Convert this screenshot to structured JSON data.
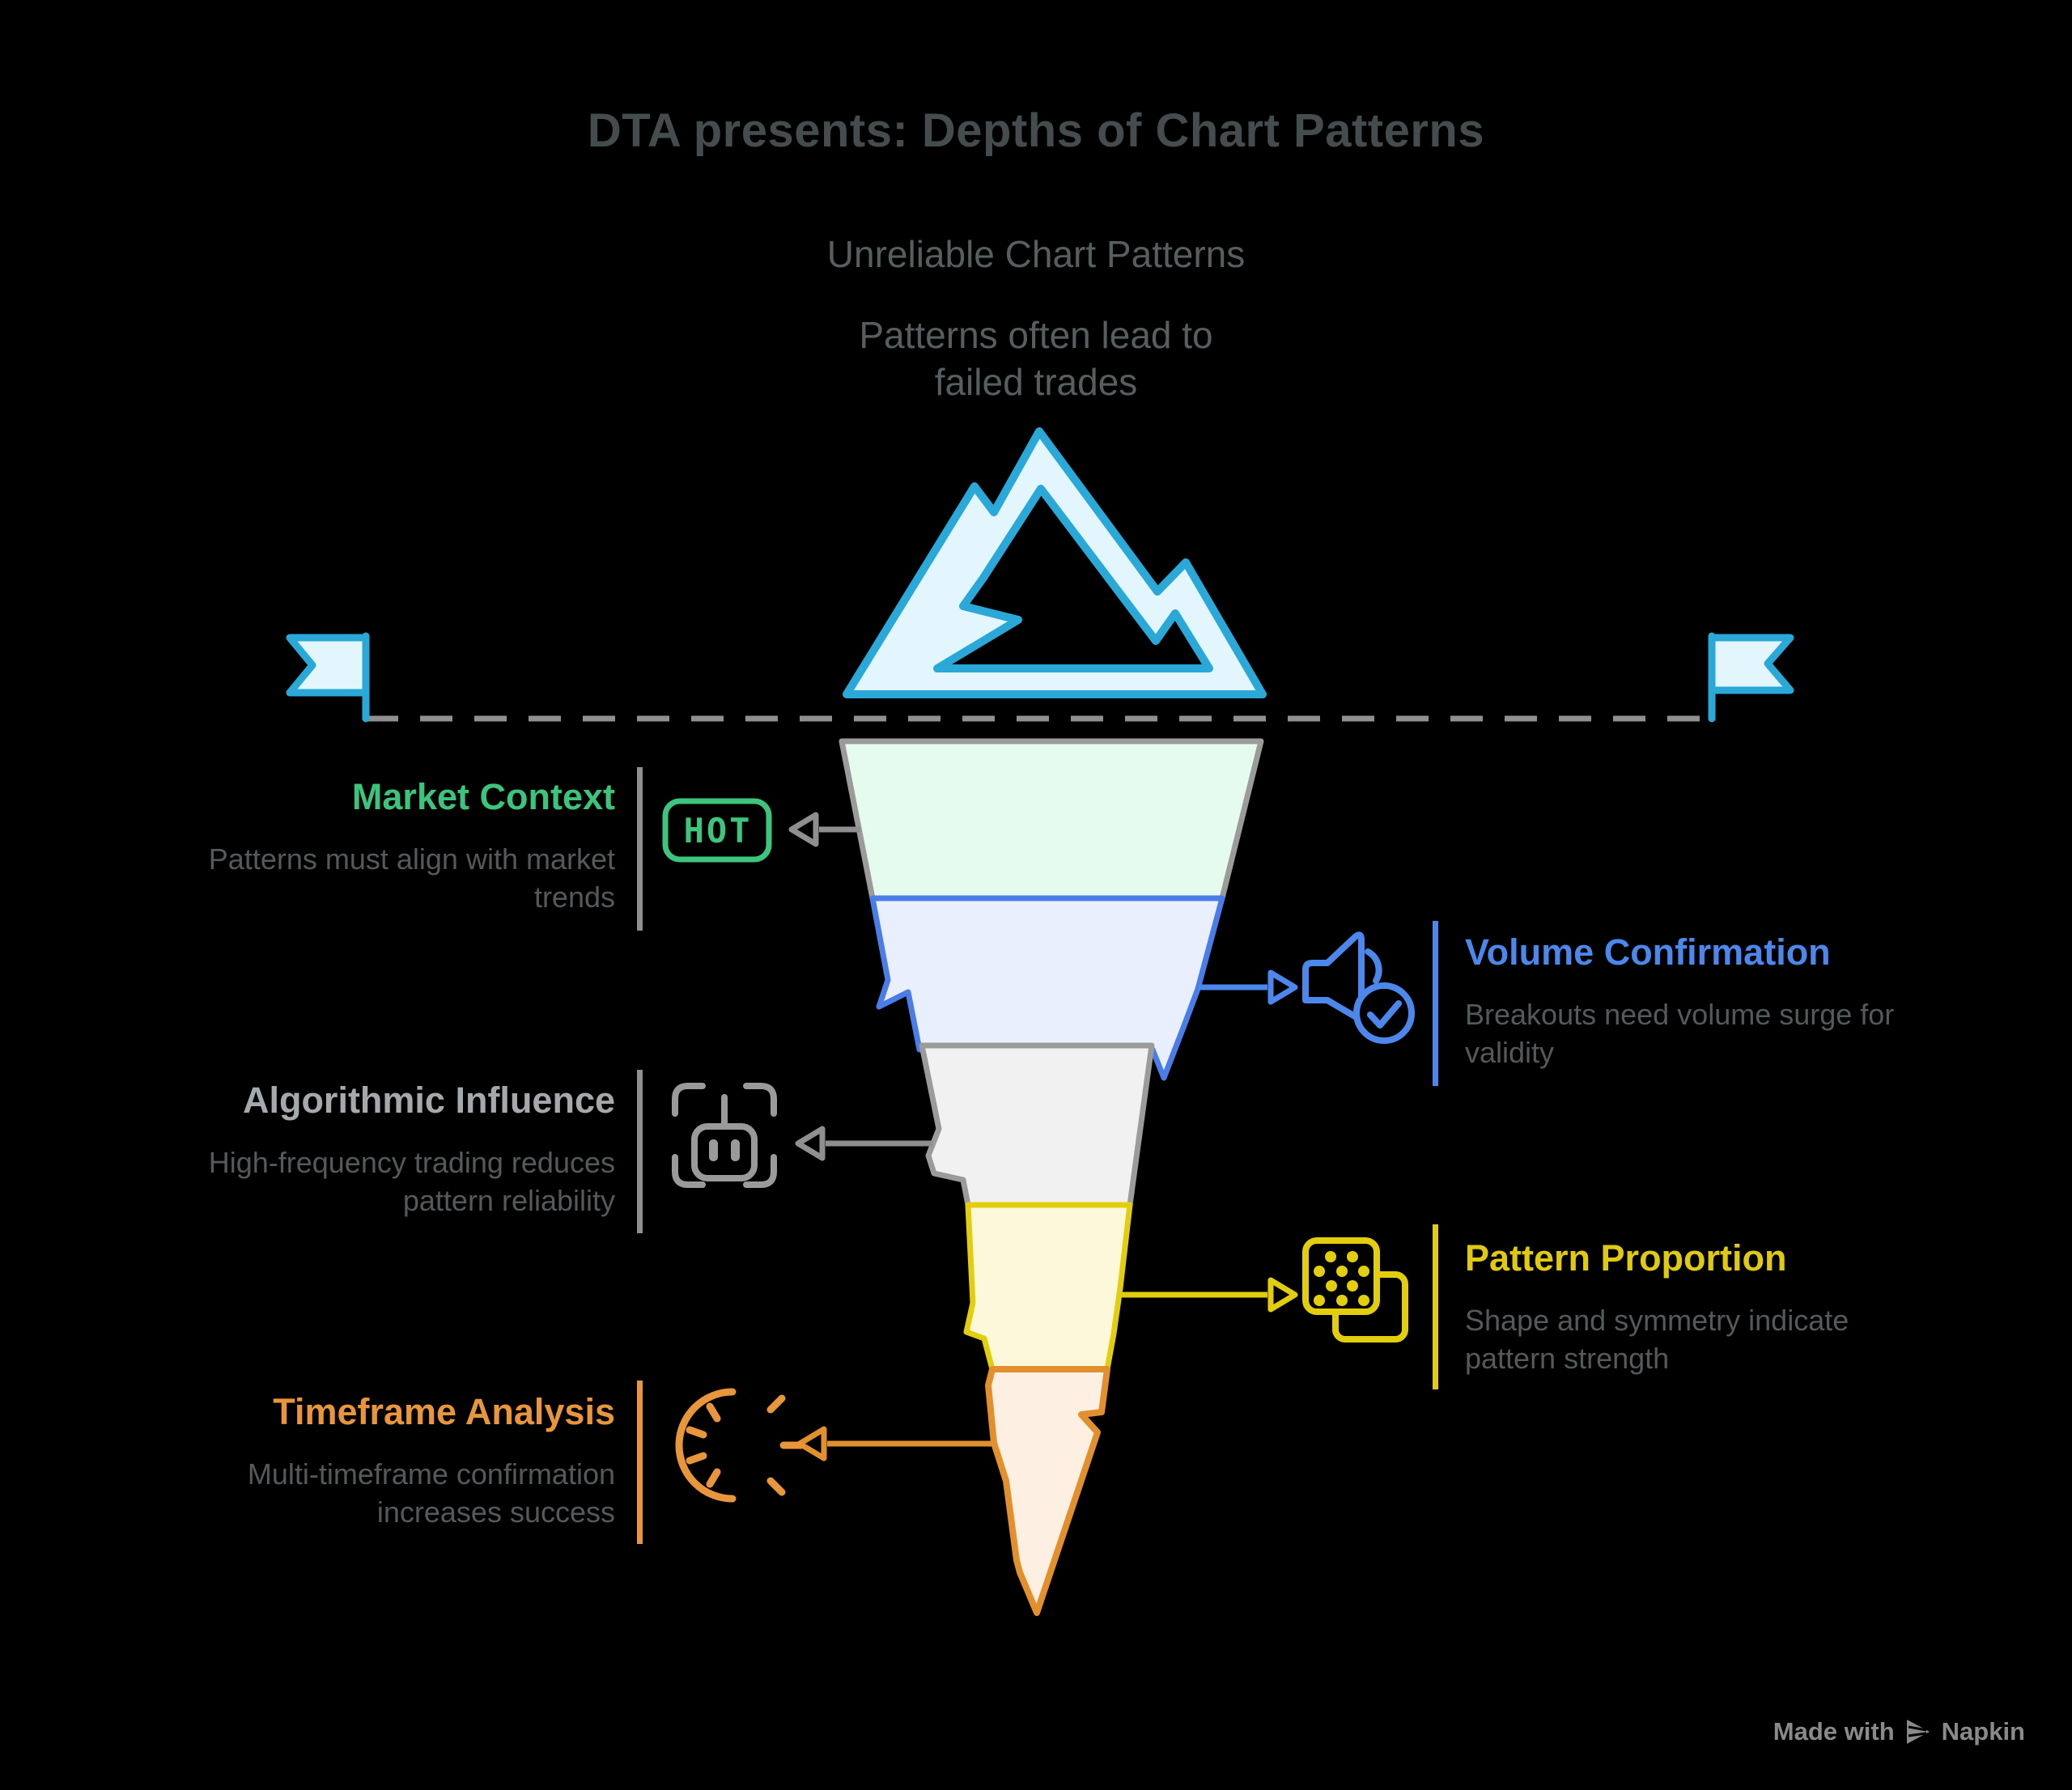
{
  "header": {
    "title": "DTA presents: Depths of Chart Patterns"
  },
  "iceberg": {
    "heading": "Unreliable Chart Patterns",
    "sub_line1": "Patterns often lead to",
    "sub_line2": "failed trades"
  },
  "sections": [
    {
      "id": "market-context",
      "side": "left",
      "title": "Market Context",
      "desc1": "Patterns must align with market",
      "desc2": "trends",
      "color": "#3dc47c",
      "icon": "hot-badge-icon",
      "badge_text": "HOT"
    },
    {
      "id": "volume-confirmation",
      "side": "right",
      "title": "Volume Confirmation",
      "desc1": "Breakouts need volume surge for",
      "desc2": "validity",
      "color": "#4c87ec",
      "icon": "megaphone-check-icon"
    },
    {
      "id": "algorithmic-influence",
      "side": "left",
      "title": "Algorithmic Influence",
      "desc1": "High-frequency trading reduces",
      "desc2": "pattern reliability",
      "color": "#a5a9ab",
      "icon": "robot-scan-icon"
    },
    {
      "id": "pattern-proportion",
      "side": "right",
      "title": "Pattern Proportion",
      "desc1": "Shape and symmetry indicate",
      "desc2": "pattern strength",
      "color": "#e0ca10",
      "icon": "dots-pattern-icon"
    },
    {
      "id": "timeframe-analysis",
      "side": "left",
      "title": "Timeframe Analysis",
      "desc1": "Multi-timeframe confirmation",
      "desc2": "increases success",
      "color": "#e8953c",
      "icon": "half-clock-icon"
    }
  ],
  "funnel": {
    "segments": [
      {
        "label": "market-context",
        "fill": "#e4fbee",
        "stroke": "#9b9b9b"
      },
      {
        "label": "volume-confirmation",
        "fill": "#e9effc",
        "stroke": "#4a7de8"
      },
      {
        "label": "algorithmic-influence",
        "fill": "#f1f1f1",
        "stroke": "#9b9b9b"
      },
      {
        "label": "pattern-proportion",
        "fill": "#fdf8d9",
        "stroke": "#e3ce0e"
      },
      {
        "label": "timeframe-analysis",
        "fill": "#fdf0e2",
        "stroke": "#e2902e"
      }
    ]
  },
  "colors": {
    "background": "#000000",
    "waterline": "#909090",
    "mountain_fill": "#e3f6fd",
    "mountain_stroke": "#2aa9d9",
    "title_text": "#454c4e",
    "subtitle_text": "#575e60",
    "description_text": "#54595b",
    "watermark_text": "#8a8a8a"
  },
  "watermark": {
    "prefix": "Made with",
    "brand": "Napkin"
  }
}
